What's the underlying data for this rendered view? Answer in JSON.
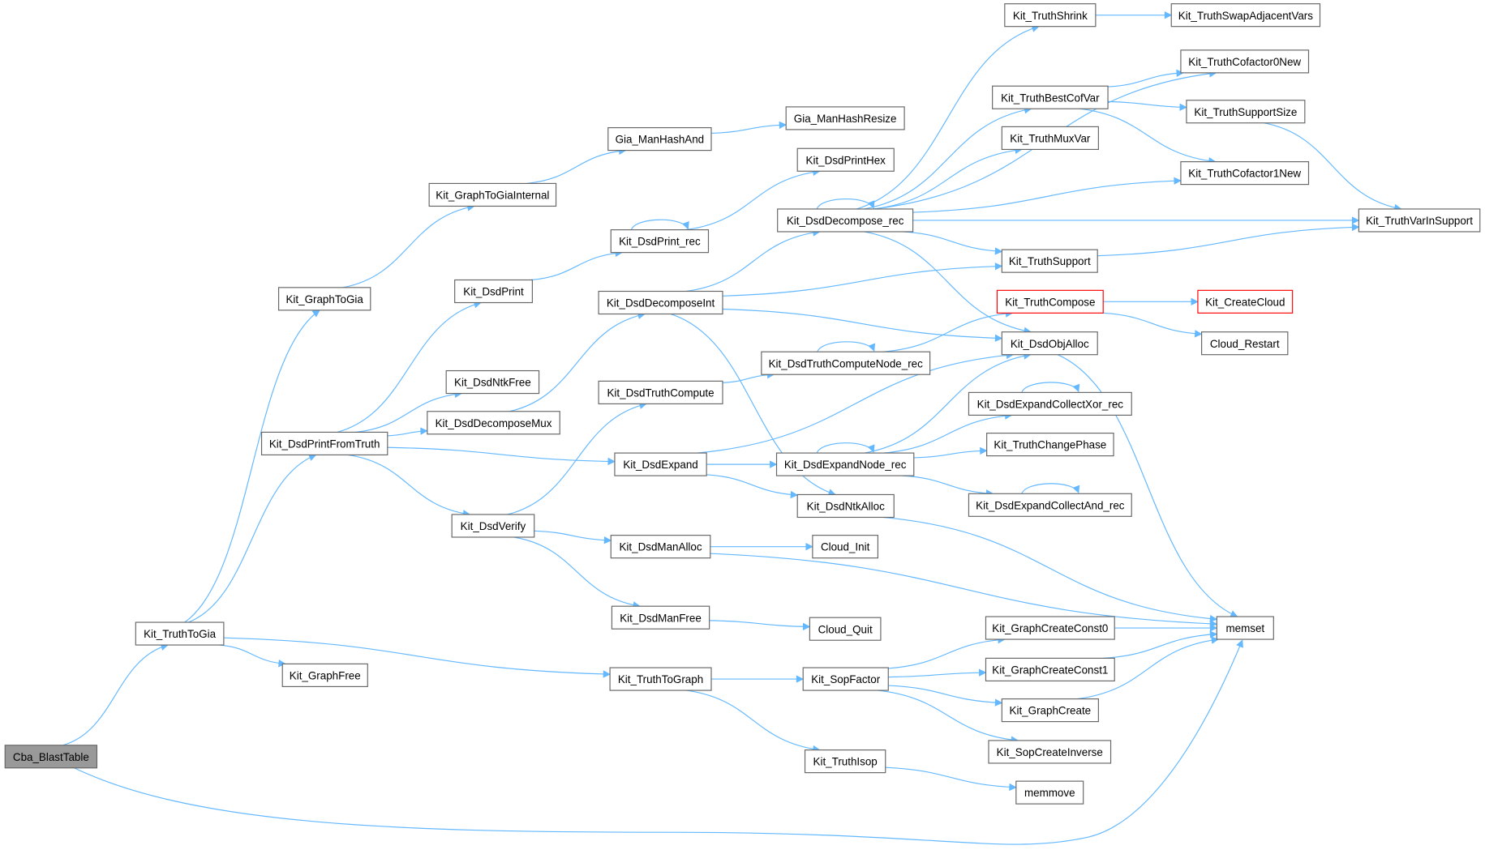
{
  "title": "Call graph of Cba_BlastTable",
  "colors": {
    "edge": "#63b8ff",
    "root_fill": "#999999",
    "node_border": "#666666",
    "truncated_border": "#ff0000"
  },
  "nodes": [
    {
      "id": "Cba_BlastTable",
      "label": "Cba_BlastTable",
      "kind": "root"
    },
    {
      "id": "Kit_TruthToGia",
      "label": "Kit_TruthToGia"
    },
    {
      "id": "Kit_GraphFree",
      "label": "Kit_GraphFree"
    },
    {
      "id": "Kit_GraphToGia",
      "label": "Kit_GraphToGia"
    },
    {
      "id": "Kit_DsdPrintFromTruth",
      "label": "Kit_DsdPrintFromTruth"
    },
    {
      "id": "Kit_GraphToGiaInternal",
      "label": "Kit_GraphToGiaInternal"
    },
    {
      "id": "Gia_ManHashAnd",
      "label": "Gia_ManHashAnd"
    },
    {
      "id": "Gia_ManHashResize",
      "label": "Gia_ManHashResize"
    },
    {
      "id": "Kit_DsdPrint",
      "label": "Kit_DsdPrint"
    },
    {
      "id": "Kit_DsdPrintHex",
      "label": "Kit_DsdPrintHex"
    },
    {
      "id": "Kit_DsdPrint_rec",
      "label": "Kit_DsdPrint_rec"
    },
    {
      "id": "Kit_DsdNtkFree",
      "label": "Kit_DsdNtkFree"
    },
    {
      "id": "Kit_DsdDecomposeMux",
      "label": "Kit_DsdDecomposeMux"
    },
    {
      "id": "Kit_DsdVerify",
      "label": "Kit_DsdVerify"
    },
    {
      "id": "Kit_DsdDecomposeInt",
      "label": "Kit_DsdDecomposeInt"
    },
    {
      "id": "Kit_DsdTruthCompute",
      "label": "Kit_DsdTruthCompute"
    },
    {
      "id": "Kit_DsdExpand",
      "label": "Kit_DsdExpand"
    },
    {
      "id": "Kit_DsdManAlloc",
      "label": "Kit_DsdManAlloc"
    },
    {
      "id": "Kit_DsdManFree",
      "label": "Kit_DsdManFree"
    },
    {
      "id": "Kit_TruthToGraph",
      "label": "Kit_TruthToGraph"
    },
    {
      "id": "Kit_TruthIsop",
      "label": "Kit_TruthIsop"
    },
    {
      "id": "Kit_SopFactor",
      "label": "Kit_SopFactor"
    },
    {
      "id": "Kit_DsdDecompose_rec",
      "label": "Kit_DsdDecompose_rec"
    },
    {
      "id": "Kit_DsdTruthComputeNode_rec",
      "label": "Kit_DsdTruthComputeNode_rec"
    },
    {
      "id": "Kit_DsdExpandNode_rec",
      "label": "Kit_DsdExpandNode_rec"
    },
    {
      "id": "Kit_DsdNtkAlloc",
      "label": "Kit_DsdNtkAlloc"
    },
    {
      "id": "Cloud_Init",
      "label": "Cloud_Init"
    },
    {
      "id": "Cloud_Quit",
      "label": "Cloud_Quit"
    },
    {
      "id": "Kit_TruthShrink",
      "label": "Kit_TruthShrink"
    },
    {
      "id": "Kit_TruthBestCofVar",
      "label": "Kit_TruthBestCofVar"
    },
    {
      "id": "Kit_TruthMuxVar",
      "label": "Kit_TruthMuxVar"
    },
    {
      "id": "Kit_TruthSupport",
      "label": "Kit_TruthSupport"
    },
    {
      "id": "Kit_TruthCompose",
      "label": "Kit_TruthCompose",
      "kind": "truncated"
    },
    {
      "id": "Kit_DsdObjAlloc",
      "label": "Kit_DsdObjAlloc"
    },
    {
      "id": "Kit_DsdExpandCollectXor_rec",
      "label": "Kit_DsdExpandCollectXor_rec"
    },
    {
      "id": "Kit_TruthChangePhase",
      "label": "Kit_TruthChangePhase"
    },
    {
      "id": "Kit_DsdExpandCollectAnd_rec",
      "label": "Kit_DsdExpandCollectAnd_rec"
    },
    {
      "id": "Kit_GraphCreateConst0",
      "label": "Kit_GraphCreateConst0"
    },
    {
      "id": "Kit_GraphCreateConst1",
      "label": "Kit_GraphCreateConst1"
    },
    {
      "id": "Kit_GraphCreate",
      "label": "Kit_GraphCreate"
    },
    {
      "id": "Kit_SopCreateInverse",
      "label": "Kit_SopCreateInverse"
    },
    {
      "id": "memmove",
      "label": "memmove"
    },
    {
      "id": "Kit_TruthSwapAdjacentVars",
      "label": "Kit_TruthSwapAdjacentVars"
    },
    {
      "id": "Kit_TruthCofactor0New",
      "label": "Kit_TruthCofactor0New"
    },
    {
      "id": "Kit_TruthSupportSize",
      "label": "Kit_TruthSupportSize"
    },
    {
      "id": "Kit_TruthCofactor1New",
      "label": "Kit_TruthCofactor1New"
    },
    {
      "id": "Kit_TruthVarInSupport",
      "label": "Kit_TruthVarInSupport"
    },
    {
      "id": "Kit_CreateCloud",
      "label": "Kit_CreateCloud",
      "kind": "truncated"
    },
    {
      "id": "Cloud_Restart",
      "label": "Cloud_Restart"
    },
    {
      "id": "memset",
      "label": "memset"
    }
  ],
  "edges": [
    [
      "Cba_BlastTable",
      "Kit_TruthToGia"
    ],
    [
      "Cba_BlastTable",
      "memset"
    ],
    [
      "Kit_TruthToGia",
      "Kit_GraphToGia"
    ],
    [
      "Kit_TruthToGia",
      "Kit_DsdPrintFromTruth"
    ],
    [
      "Kit_TruthToGia",
      "Kit_GraphFree"
    ],
    [
      "Kit_TruthToGia",
      "Kit_TruthToGraph"
    ],
    [
      "Kit_GraphToGia",
      "Kit_GraphToGiaInternal"
    ],
    [
      "Kit_GraphToGiaInternal",
      "Gia_ManHashAnd"
    ],
    [
      "Gia_ManHashAnd",
      "Gia_ManHashResize"
    ],
    [
      "Kit_DsdPrintFromTruth",
      "Kit_DsdPrint"
    ],
    [
      "Kit_DsdPrintFromTruth",
      "Kit_DsdNtkFree"
    ],
    [
      "Kit_DsdPrintFromTruth",
      "Kit_DsdDecomposeMux"
    ],
    [
      "Kit_DsdPrintFromTruth",
      "Kit_DsdExpand"
    ],
    [
      "Kit_DsdPrintFromTruth",
      "Kit_DsdVerify"
    ],
    [
      "Kit_DsdPrint",
      "Kit_DsdPrint_rec"
    ],
    [
      "Kit_DsdPrint_rec",
      "Kit_DsdPrintHex"
    ],
    [
      "Kit_DsdPrint_rec",
      "Kit_DsdPrint_rec"
    ],
    [
      "Kit_DsdDecomposeMux",
      "Kit_DsdDecomposeInt"
    ],
    [
      "Kit_DsdDecomposeInt",
      "Kit_DsdDecompose_rec"
    ],
    [
      "Kit_DsdDecomposeInt",
      "Kit_TruthSupport"
    ],
    [
      "Kit_DsdDecomposeInt",
      "Kit_DsdObjAlloc"
    ],
    [
      "Kit_DsdDecomposeInt",
      "Kit_DsdNtkAlloc"
    ],
    [
      "Kit_DsdVerify",
      "Kit_DsdTruthCompute"
    ],
    [
      "Kit_DsdVerify",
      "Kit_DsdManAlloc"
    ],
    [
      "Kit_DsdVerify",
      "Kit_DsdManFree"
    ],
    [
      "Kit_DsdTruthCompute",
      "Kit_DsdTruthComputeNode_rec"
    ],
    [
      "Kit_DsdTruthComputeNode_rec",
      "Kit_DsdTruthComputeNode_rec"
    ],
    [
      "Kit_DsdTruthComputeNode_rec",
      "Kit_TruthCompose"
    ],
    [
      "Kit_DsdExpand",
      "Kit_DsdExpandNode_rec"
    ],
    [
      "Kit_DsdExpand",
      "Kit_DsdNtkAlloc"
    ],
    [
      "Kit_DsdExpand",
      "Kit_DsdObjAlloc"
    ],
    [
      "Kit_DsdExpandNode_rec",
      "Kit_DsdExpandNode_rec"
    ],
    [
      "Kit_DsdExpandNode_rec",
      "Kit_DsdObjAlloc"
    ],
    [
      "Kit_DsdExpandNode_rec",
      "Kit_DsdExpandCollectXor_rec"
    ],
    [
      "Kit_DsdExpandNode_rec",
      "Kit_TruthChangePhase"
    ],
    [
      "Kit_DsdExpandNode_rec",
      "Kit_DsdExpandCollectAnd_rec"
    ],
    [
      "Kit_DsdExpandCollectXor_rec",
      "Kit_DsdExpandCollectXor_rec"
    ],
    [
      "Kit_DsdExpandCollectAnd_rec",
      "Kit_DsdExpandCollectAnd_rec"
    ],
    [
      "Kit_DsdNtkAlloc",
      "memset"
    ],
    [
      "Kit_DsdManAlloc",
      "Cloud_Init"
    ],
    [
      "Kit_DsdManAlloc",
      "memset"
    ],
    [
      "Kit_DsdManFree",
      "Cloud_Quit"
    ],
    [
      "Kit_TruthToGraph",
      "Kit_SopFactor"
    ],
    [
      "Kit_TruthToGraph",
      "Kit_TruthIsop"
    ],
    [
      "Kit_TruthIsop",
      "memmove"
    ],
    [
      "Kit_SopFactor",
      "Kit_GraphCreateConst0"
    ],
    [
      "Kit_SopFactor",
      "Kit_GraphCreateConst1"
    ],
    [
      "Kit_SopFactor",
      "Kit_GraphCreate"
    ],
    [
      "Kit_SopFactor",
      "Kit_SopCreateInverse"
    ],
    [
      "Kit_GraphCreateConst0",
      "memset"
    ],
    [
      "Kit_GraphCreateConst1",
      "memset"
    ],
    [
      "Kit_GraphCreate",
      "memset"
    ],
    [
      "Kit_DsdDecompose_rec",
      "Kit_DsdDecompose_rec"
    ],
    [
      "Kit_DsdDecompose_rec",
      "Kit_TruthShrink"
    ],
    [
      "Kit_DsdDecompose_rec",
      "Kit_TruthCofactor0New"
    ],
    [
      "Kit_DsdDecompose_rec",
      "Kit_TruthBestCofVar"
    ],
    [
      "Kit_DsdDecompose_rec",
      "Kit_TruthMuxVar"
    ],
    [
      "Kit_DsdDecompose_rec",
      "Kit_TruthCofactor1New"
    ],
    [
      "Kit_DsdDecompose_rec",
      "Kit_TruthVarInSupport"
    ],
    [
      "Kit_DsdDecompose_rec",
      "Kit_TruthSupport"
    ],
    [
      "Kit_DsdDecompose_rec",
      "Kit_DsdObjAlloc"
    ],
    [
      "Kit_TruthShrink",
      "Kit_TruthSwapAdjacentVars"
    ],
    [
      "Kit_TruthBestCofVar",
      "Kit_TruthCofactor0New"
    ],
    [
      "Kit_TruthBestCofVar",
      "Kit_TruthSupportSize"
    ],
    [
      "Kit_TruthBestCofVar",
      "Kit_TruthCofactor1New"
    ],
    [
      "Kit_TruthSupportSize",
      "Kit_TruthVarInSupport"
    ],
    [
      "Kit_TruthSupport",
      "Kit_TruthVarInSupport"
    ],
    [
      "Kit_TruthCompose",
      "Kit_CreateCloud"
    ],
    [
      "Kit_TruthCompose",
      "Cloud_Restart"
    ],
    [
      "Kit_DsdObjAlloc",
      "memset"
    ]
  ]
}
